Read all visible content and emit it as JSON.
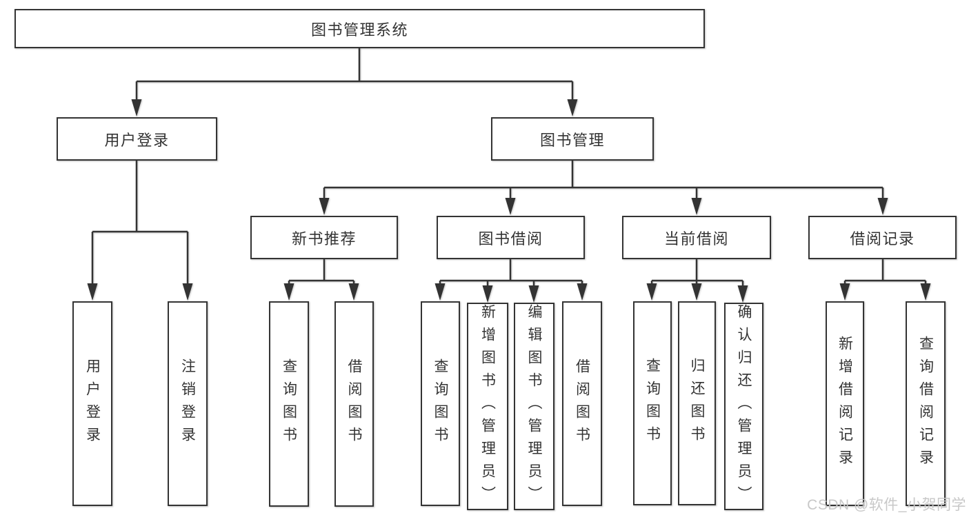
{
  "diagram": {
    "root": {
      "label": "图书管理系统",
      "children": [
        {
          "label": "用户登录",
          "children": [
            {
              "label": "用户登录"
            },
            {
              "label": "注销登录"
            }
          ]
        },
        {
          "label": "图书管理",
          "children": [
            {
              "label": "新书推荐",
              "children": [
                {
                  "label": "查询图书"
                },
                {
                  "label": "借阅图书"
                }
              ]
            },
            {
              "label": "图书借阅",
              "children": [
                {
                  "label": "查询图书"
                },
                {
                  "label": "新增图书（管理员）"
                },
                {
                  "label": "编辑图书（管理员）"
                },
                {
                  "label": "借阅图书"
                }
              ]
            },
            {
              "label": "当前借阅",
              "children": [
                {
                  "label": "查询图书"
                },
                {
                  "label": "归还图书"
                },
                {
                  "label": "确认归还（管理员）"
                }
              ]
            },
            {
              "label": "借阅记录",
              "children": [
                {
                  "label": "新增借阅记录"
                },
                {
                  "label": "查询借阅记录"
                }
              ]
            }
          ]
        }
      ]
    }
  },
  "watermark": {
    "text": "CSDN @软件_小贺同学"
  },
  "colors": {
    "line": "#333333",
    "text": "#333333",
    "box_background": "#ffffff",
    "watermark": "#c8c8c8"
  }
}
